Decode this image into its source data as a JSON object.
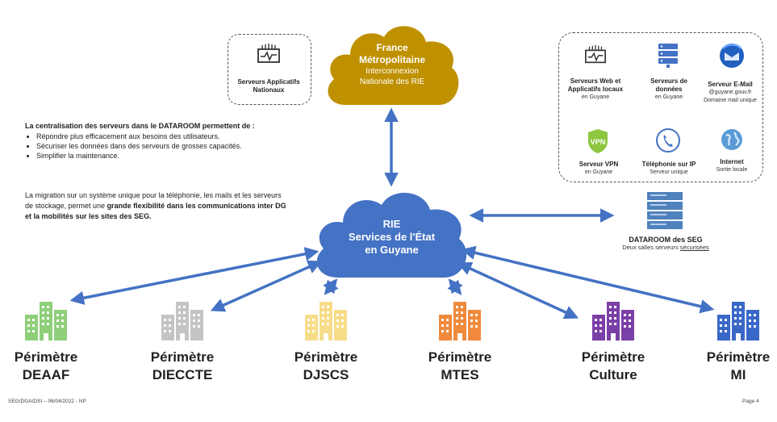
{
  "cloud_france": {
    "line1": "France",
    "line2": "Métropolitaine",
    "line3": "Interconnexion",
    "line4": "Nationale des RIE"
  },
  "cloud_rie": {
    "line1": "RIE",
    "line2": "Services de l'État",
    "line3": "en Guyane"
  },
  "national_servers": {
    "label": "Serveurs Applicatifs Nationaux"
  },
  "services": [
    {
      "title": "Serveurs Web et Applicatifs locaux",
      "sub": "en Guyane"
    },
    {
      "title": "Serveurs de données",
      "sub": "en Guyane"
    },
    {
      "title": "Serveur E-Mail",
      "sub": "@guyane.gouv.fr Domaine mail unique"
    },
    {
      "title": "Serveur VPN",
      "sub": "en Guyane"
    },
    {
      "title": "Téléphonie sur IP",
      "sub": "Serveur unique"
    },
    {
      "title": "Internet",
      "sub": "Sortie locale"
    }
  ],
  "dataroom": {
    "title": "DATAROOM des SEG",
    "sub_prefix": "Deux salles serveurs ",
    "sub_underlined": "sécurisées"
  },
  "text_block1": {
    "heading": "La centralisation des serveurs dans le DATAROOM permettent de :",
    "bullets": [
      "Répondre plus efficacement aux besoins des utilisateurs.",
      "Sécuriser les données dans des serveurs de grosses capacités.",
      "Simplifier la maintenance."
    ]
  },
  "text_block2": {
    "part1": "La migration sur un système unique pour la téléphonie, les mails et les serveurs de stockage, permet une ",
    "bold": "grande flexibilité dans les communications inter DG et la mobilités sur les sites des SEG."
  },
  "perimeters": [
    {
      "line1": "Périmètre",
      "line2": "DEAAF",
      "color": "#8fcf7a"
    },
    {
      "line1": "Périmètre",
      "line2": "DIECCTE",
      "color": "#c4c4c4"
    },
    {
      "line1": "Périmètre",
      "line2": "DJSCS",
      "color": "#f7dd8a"
    },
    {
      "line1": "Périmètre",
      "line2": "MTES",
      "color": "#f08a3c"
    },
    {
      "line1": "Périmètre",
      "line2": "Culture",
      "color": "#7b3fa8"
    },
    {
      "line1": "Périmètre",
      "line2": "MI",
      "color": "#3a68c9"
    }
  ],
  "footer": {
    "left": "SEG/DGA/DSI – 06/04/2022 - NP",
    "right": "Page 4"
  },
  "colors": {
    "rie_cloud": "#4472c4",
    "france_cloud": "#bf9000",
    "arrow": "#4472c4"
  }
}
